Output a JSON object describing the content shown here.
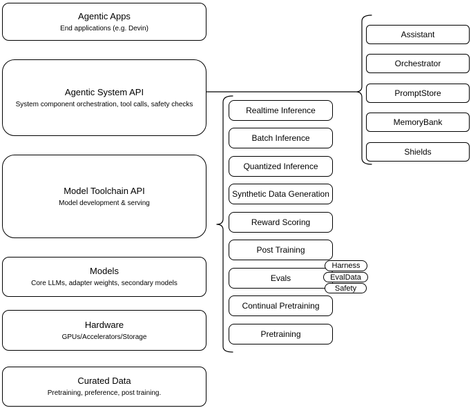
{
  "diagram": {
    "left_stack": [
      {
        "title": "Agentic Apps",
        "subtitle": "End applications (e.g. Devin)"
      },
      {
        "title": "Agentic System API",
        "subtitle": "System component orchestration, tool calls, safety checks"
      },
      {
        "title": "Model Toolchain API",
        "subtitle": "Model development & serving"
      },
      {
        "title": "Models",
        "subtitle": "Core LLMs, adapter weights, secondary models"
      },
      {
        "title": "Hardware",
        "subtitle": "GPUs/Accelerators/Storage"
      },
      {
        "title": "Curated Data",
        "subtitle": "Pretraining, preference, post training."
      }
    ],
    "toolchain_items": [
      "Realtime Inference",
      "Batch Inference",
      "Quantized Inference",
      "Synthetic Data Generation",
      "Reward Scoring",
      "Post Training",
      "Evals",
      "Continual Pretraining",
      "Pretraining"
    ],
    "evals_tags": [
      "Harness",
      "EvalData",
      "Safety"
    ],
    "system_components": [
      "Assistant",
      "Orchestrator",
      "PromptStore",
      "MemoryBank",
      "Shields"
    ],
    "colors": {
      "stroke": "#000000",
      "background": "#ffffff",
      "text": "#000000"
    }
  }
}
